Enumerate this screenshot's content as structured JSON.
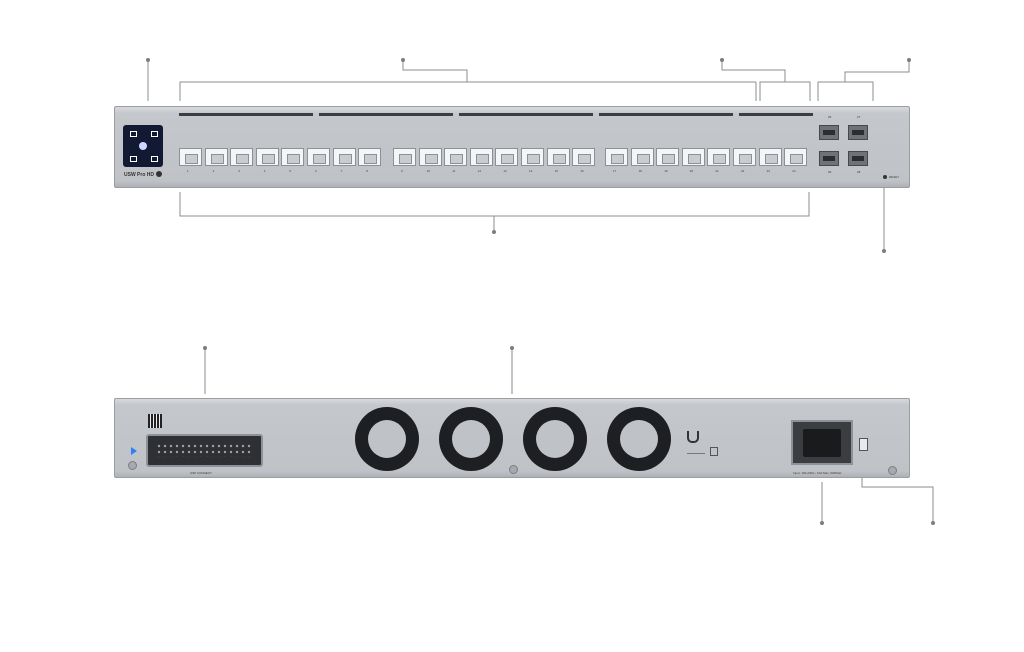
{
  "front": {
    "model_label": "USW Pro HD",
    "port_numbers": [
      "1",
      "2",
      "3",
      "4",
      "5",
      "6",
      "7",
      "8",
      "9",
      "10",
      "11",
      "12",
      "13",
      "14",
      "15",
      "16",
      "17",
      "18",
      "19",
      "20",
      "21",
      "22",
      "23",
      "24"
    ],
    "sfp_labels": [
      "25",
      "26",
      "27",
      "28"
    ],
    "reset_label": "RESET"
  },
  "rear": {
    "connector_label": "USP CONNECT",
    "power_label": "Input: 100-240V~ 10A Max, 50/60Hz"
  },
  "colors": {
    "chassis": "#c4c7cb",
    "port_strip": "#3a3d42",
    "lcd": "#121a33",
    "fan": "#1e1f22"
  },
  "icons": [
    "lcd-touchscreen-icon",
    "info-icon",
    "ubiquiti-logo-icon",
    "ce-mark-icon",
    "weee-icon"
  ]
}
